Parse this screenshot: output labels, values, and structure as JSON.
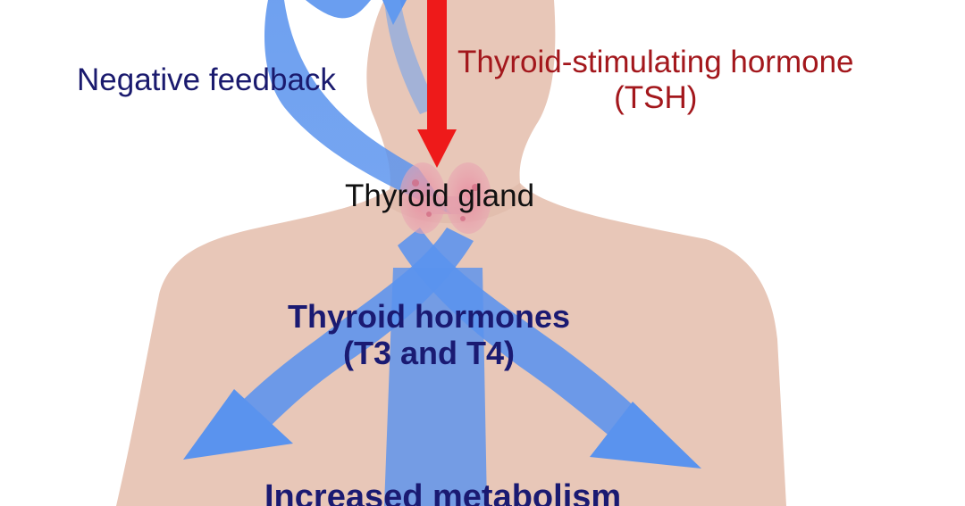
{
  "diagram": {
    "feedback_label": "Negative feedback",
    "tsh_label": {
      "line1": "Thyroid-stimulating hormone",
      "line2": "(TSH)"
    },
    "gland_label": "Thyroid gland",
    "hormones_label": {
      "line1": "Thyroid hormones",
      "line2": "(T3 and T4)"
    },
    "effect_label": "Increased metabolism"
  },
  "colors": {
    "background": "#ffffff",
    "skin": "#e8c7b8",
    "feedback_arrow": "#5a93ee",
    "tsh_arrow": "#ee1a1a",
    "gland": "#dd8f9f",
    "feedback_text": "#1a1a6e",
    "tsh_text": "#a3171c",
    "hormone_text": "#1a1a72"
  }
}
